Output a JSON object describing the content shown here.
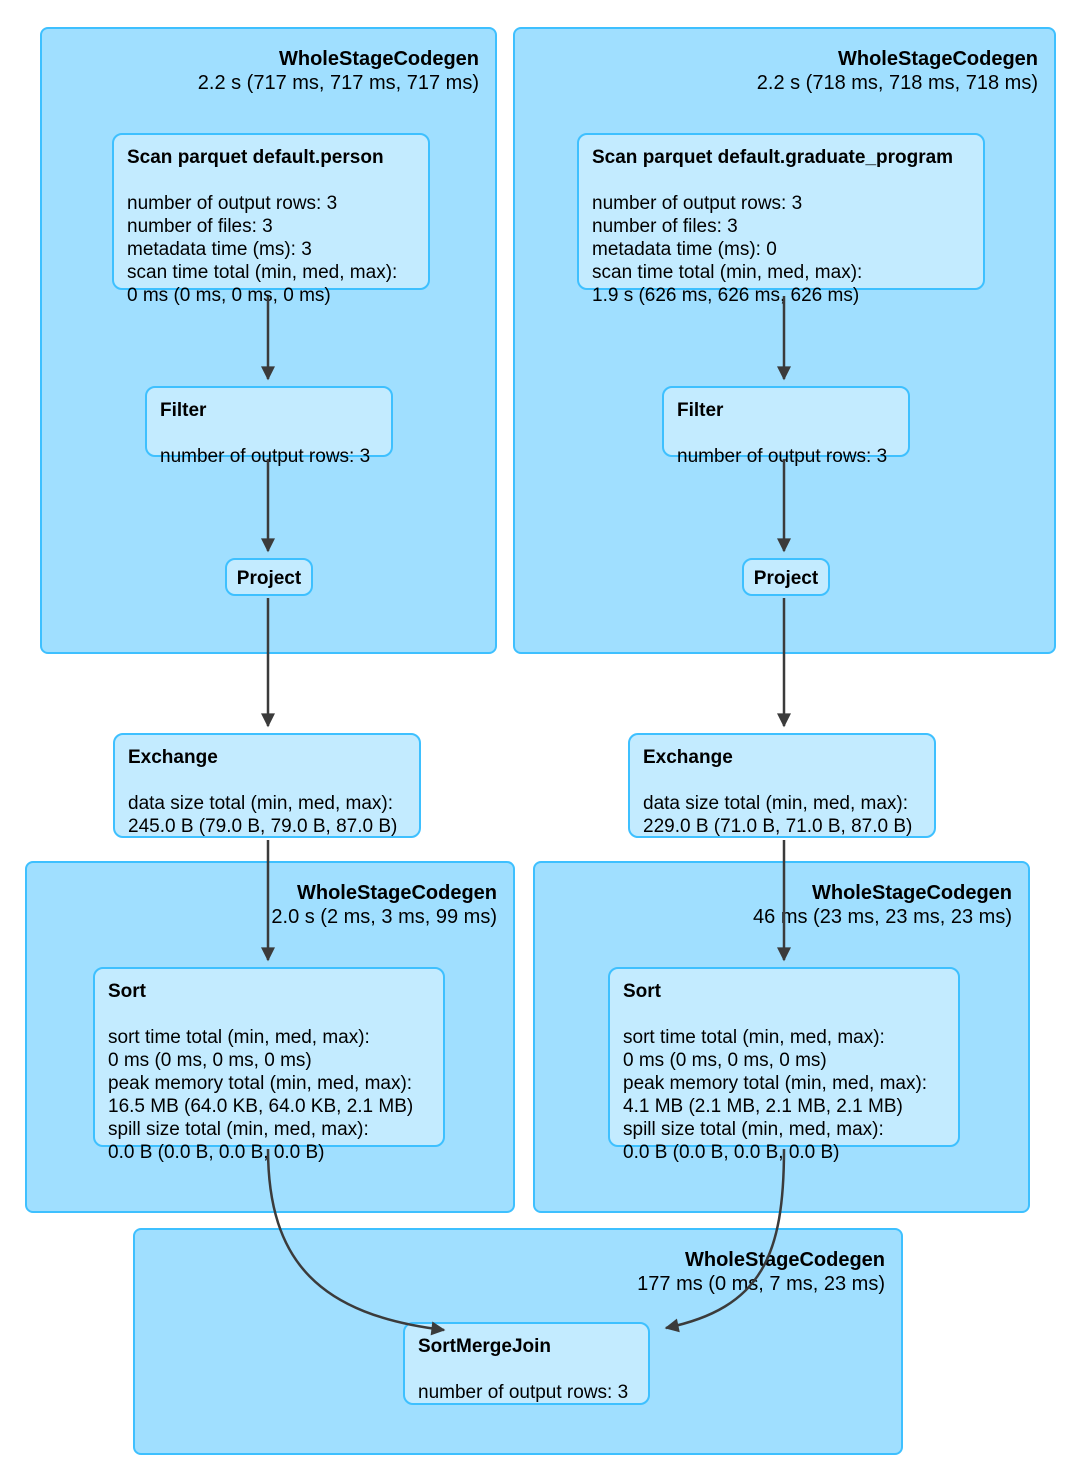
{
  "colors": {
    "cluster_fill": "#A0DFFF",
    "cluster_stroke": "#3EC0FF",
    "node_fill": "#C3EBFF",
    "node_stroke": "#3EC0FF",
    "edge_color": "#3b3b3b"
  },
  "clusters": {
    "wsc_scan_left": {
      "title": "WholeStageCodegen",
      "timing": "2.2 s (717 ms, 717 ms, 717 ms)"
    },
    "wsc_scan_right": {
      "title": "WholeStageCodegen",
      "timing": "2.2 s (718 ms, 718 ms, 718 ms)"
    },
    "wsc_sort_left": {
      "title": "WholeStageCodegen",
      "timing": "2.0 s (2 ms, 3 ms, 99 ms)"
    },
    "wsc_sort_right": {
      "title": "WholeStageCodegen",
      "timing": "46 ms (23 ms, 23 ms, 23 ms)"
    },
    "wsc_join": {
      "title": "WholeStageCodegen",
      "timing": "177 ms (0 ms, 7 ms, 23 ms)"
    }
  },
  "nodes": {
    "scan_person": {
      "title": "Scan parquet default.person",
      "metrics": [
        "number of output rows: 3",
        "number of files: 3",
        "metadata time (ms): 3",
        "scan time total (min, med, max):",
        "0 ms (0 ms, 0 ms, 0 ms)"
      ]
    },
    "scan_graduate_program": {
      "title": "Scan parquet default.graduate_program",
      "metrics": [
        "number of output rows: 3",
        "number of files: 3",
        "metadata time (ms): 0",
        "scan time total (min, med, max):",
        "1.9 s (626 ms, 626 ms, 626 ms)"
      ]
    },
    "filter_left": {
      "title": "Filter",
      "metrics": [
        "number of output rows: 3"
      ]
    },
    "filter_right": {
      "title": "Filter",
      "metrics": [
        "number of output rows: 3"
      ]
    },
    "project_left": {
      "title": "Project",
      "metrics": []
    },
    "project_right": {
      "title": "Project",
      "metrics": []
    },
    "exchange_left": {
      "title": "Exchange",
      "metrics": [
        "data size total (min, med, max):",
        "245.0 B (79.0 B, 79.0 B, 87.0 B)"
      ]
    },
    "exchange_right": {
      "title": "Exchange",
      "metrics": [
        "data size total (min, med, max):",
        "229.0 B (71.0 B, 71.0 B, 87.0 B)"
      ]
    },
    "sort_left": {
      "title": "Sort",
      "metrics": [
        "sort time total (min, med, max):",
        "0 ms (0 ms, 0 ms, 0 ms)",
        "peak memory total (min, med, max):",
        "16.5 MB (64.0 KB, 64.0 KB, 2.1 MB)",
        "spill size total (min, med, max):",
        "0.0 B (0.0 B, 0.0 B, 0.0 B)"
      ]
    },
    "sort_right": {
      "title": "Sort",
      "metrics": [
        "sort time total (min, med, max):",
        "0 ms (0 ms, 0 ms, 0 ms)",
        "peak memory total (min, med, max):",
        "4.1 MB (2.1 MB, 2.1 MB, 2.1 MB)",
        "spill size total (min, med, max):",
        "0.0 B (0.0 B, 0.0 B, 0.0 B)"
      ]
    },
    "sort_merge_join": {
      "title": "SortMergeJoin",
      "metrics": [
        "number of output rows: 3"
      ]
    }
  },
  "edges": [
    {
      "from": "scan_person",
      "to": "filter_left"
    },
    {
      "from": "filter_left",
      "to": "project_left"
    },
    {
      "from": "project_left",
      "to": "exchange_left"
    },
    {
      "from": "exchange_left",
      "to": "sort_left"
    },
    {
      "from": "sort_left",
      "to": "sort_merge_join"
    },
    {
      "from": "scan_graduate_program",
      "to": "filter_right"
    },
    {
      "from": "filter_right",
      "to": "project_right"
    },
    {
      "from": "project_right",
      "to": "exchange_right"
    },
    {
      "from": "exchange_right",
      "to": "sort_right"
    },
    {
      "from": "sort_right",
      "to": "sort_merge_join"
    }
  ]
}
